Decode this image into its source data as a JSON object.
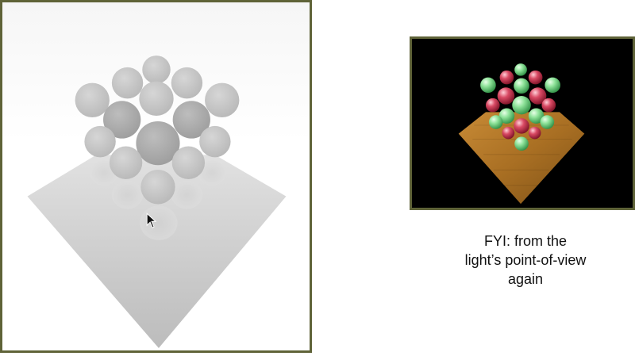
{
  "caption": {
    "line1": "FYI: from the",
    "line2": "light’s point-of-view",
    "line3": "again"
  },
  "colors": {
    "frame": "#5f6338",
    "sphere_green": "#7fe28c",
    "sphere_red": "#d33a52",
    "wood": "#b07a2d"
  }
}
